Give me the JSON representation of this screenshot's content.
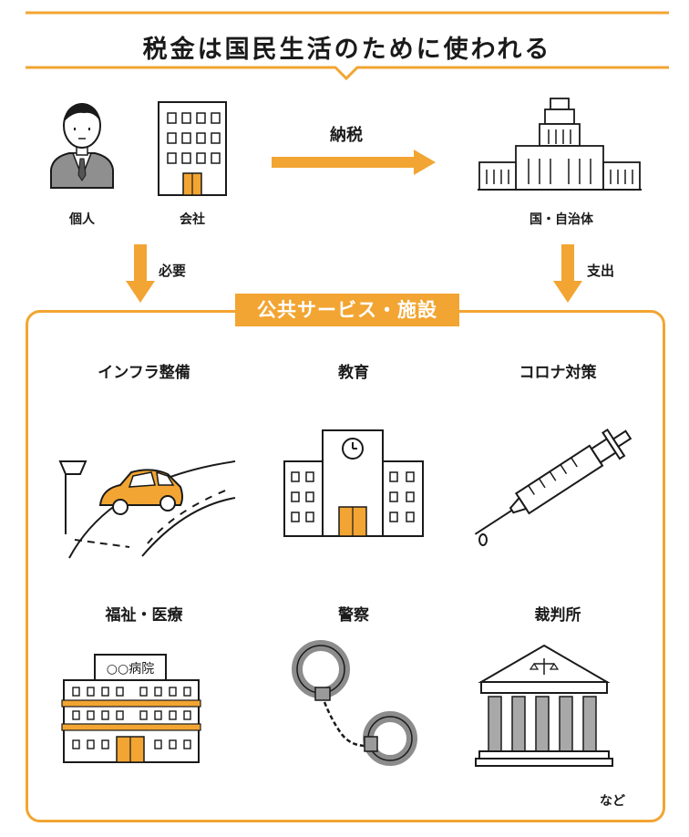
{
  "title": "税金は国民生活のために使われる",
  "payers": {
    "person": "個人",
    "company": "会社"
  },
  "flow": {
    "tax_payment": "納税",
    "required": "必要",
    "expenditure": "支出"
  },
  "government": "国・自治体",
  "services": {
    "heading": "公共サービス・施設",
    "items": [
      {
        "label": "インフラ整備"
      },
      {
        "label": "教育"
      },
      {
        "label": "コロナ対策"
      },
      {
        "label": "福祉・医療"
      },
      {
        "label": "警察"
      },
      {
        "label": "裁判所"
      }
    ],
    "etc": "など"
  },
  "hospital_sign": "○○病院",
  "colors": {
    "accent": "#F2A532",
    "ink": "#1a1a1a",
    "gray": "#9a9a9a"
  }
}
